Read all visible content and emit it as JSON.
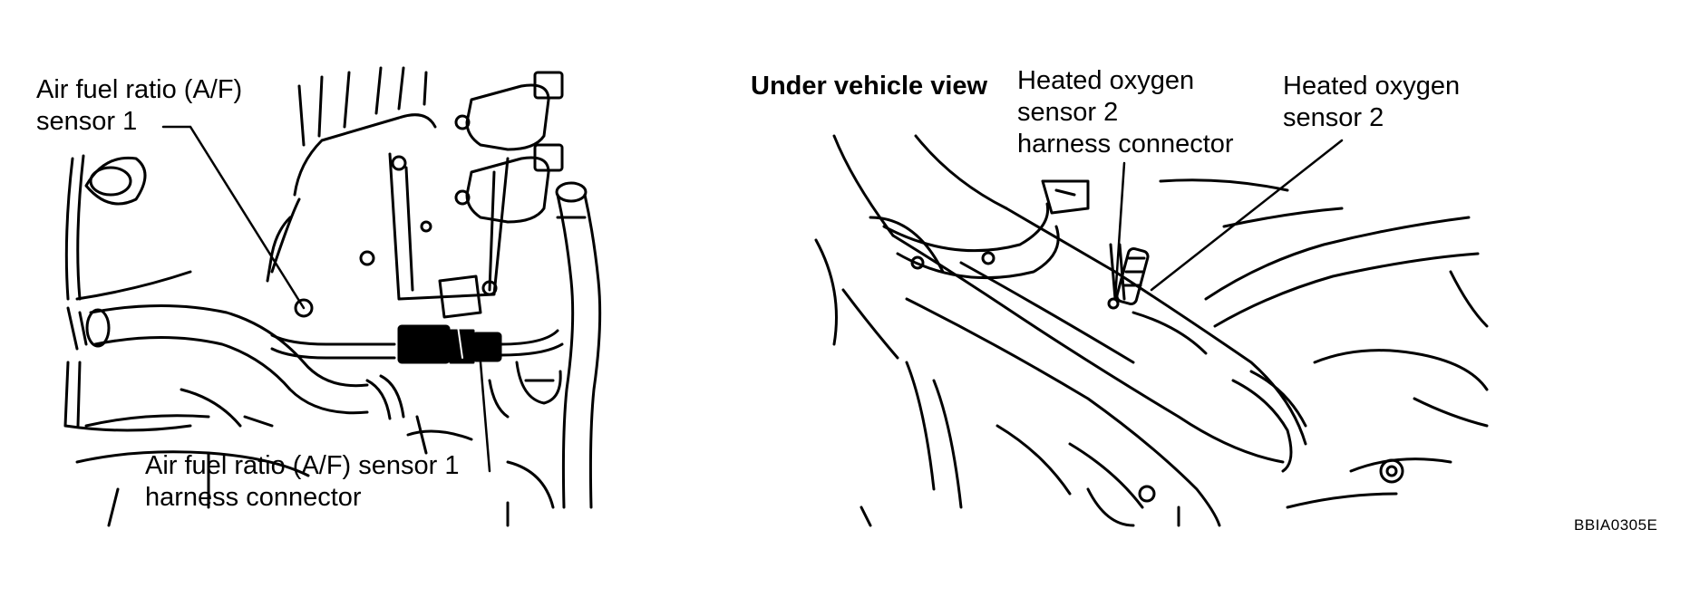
{
  "left_panel": {
    "af_sensor_label": [
      "Air fuel ratio (A/F)",
      "sensor 1"
    ],
    "af_connector_label": [
      "Air fuel ratio (A/F) sensor 1",
      "harness connector"
    ]
  },
  "right_panel": {
    "view_title": "Under vehicle view",
    "ho2_connector_label": [
      "Heated oxygen",
      "sensor 2",
      "harness connector"
    ],
    "ho2_sensor_label": [
      "Heated oxygen",
      "sensor 2"
    ]
  },
  "figure_code": "BBIA0305E",
  "colors": {
    "line": "#000000",
    "background": "#ffffff"
  }
}
